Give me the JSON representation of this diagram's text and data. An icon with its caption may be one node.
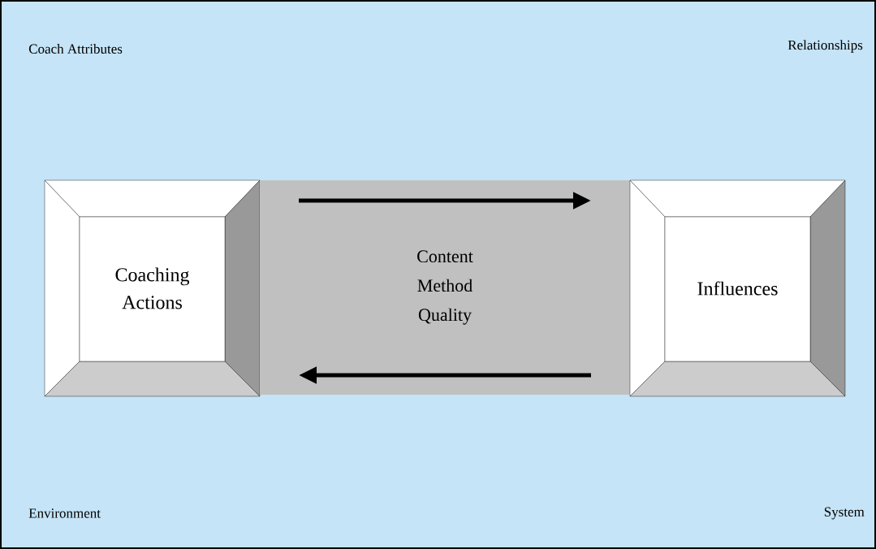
{
  "diagram": {
    "nodes": [
      {
        "text": [
          "Coaching Actions"
        ]
      },
      {
        "text": [
          "Content",
          "Method",
          "Quality"
        ]
      },
      {
        "text": [
          "Influences"
        ]
      }
    ],
    "labels": [
      "Coach Attributes",
      "Relationships",
      "Environment",
      "System"
    ]
  }
}
